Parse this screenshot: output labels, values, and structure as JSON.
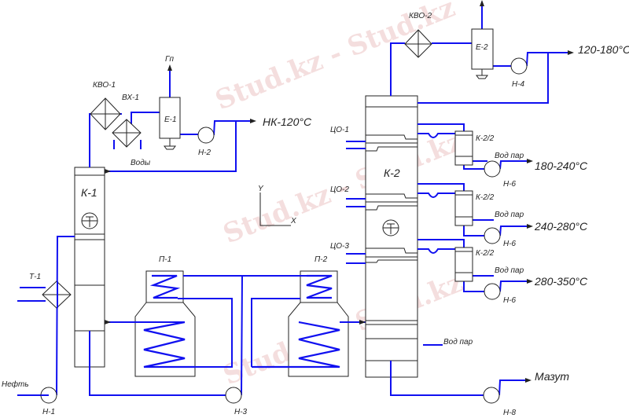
{
  "watermark": "Stud.kz - Stud.kz",
  "colors": {
    "pipe": "#1010f0",
    "equipment": "#222222"
  },
  "equipment": {
    "k1": "К-1",
    "t1": "Т-1",
    "kvo1": "КВО-1",
    "vx1": "ВХ-1",
    "e1": "Е-1",
    "n1": "Н-1",
    "n2": "Н-2",
    "n3": "Н-3",
    "p1": "П-1",
    "p2": "П-2",
    "k2": "К-2",
    "kvo2": "КВО-2",
    "e2": "Е-2",
    "n4": "Н-4",
    "k22a": "К-2/2",
    "k22b": "К-2/2",
    "k22c": "К-2/2",
    "n6a": "Н-6",
    "n6b": "Н-6",
    "n6c": "Н-6",
    "n8": "Н-8",
    "co1": "ЦО-1",
    "co2": "ЦО-2",
    "co3": "ЦО-3"
  },
  "streams": {
    "oil": "Нефть",
    "gas": "Гп",
    "water": "Воды",
    "nk": "НК-120°С",
    "f1": "120-180°С",
    "f2": "180-240°С",
    "f3": "240-280°С",
    "f4": "280-350°С",
    "mazut": "Мазут",
    "steam1": "Вод пар",
    "steam2": "Вод пар",
    "steam3": "Вод пар",
    "steam4": "Вод пар"
  },
  "axes": {
    "y": "Y",
    "x": "X"
  }
}
